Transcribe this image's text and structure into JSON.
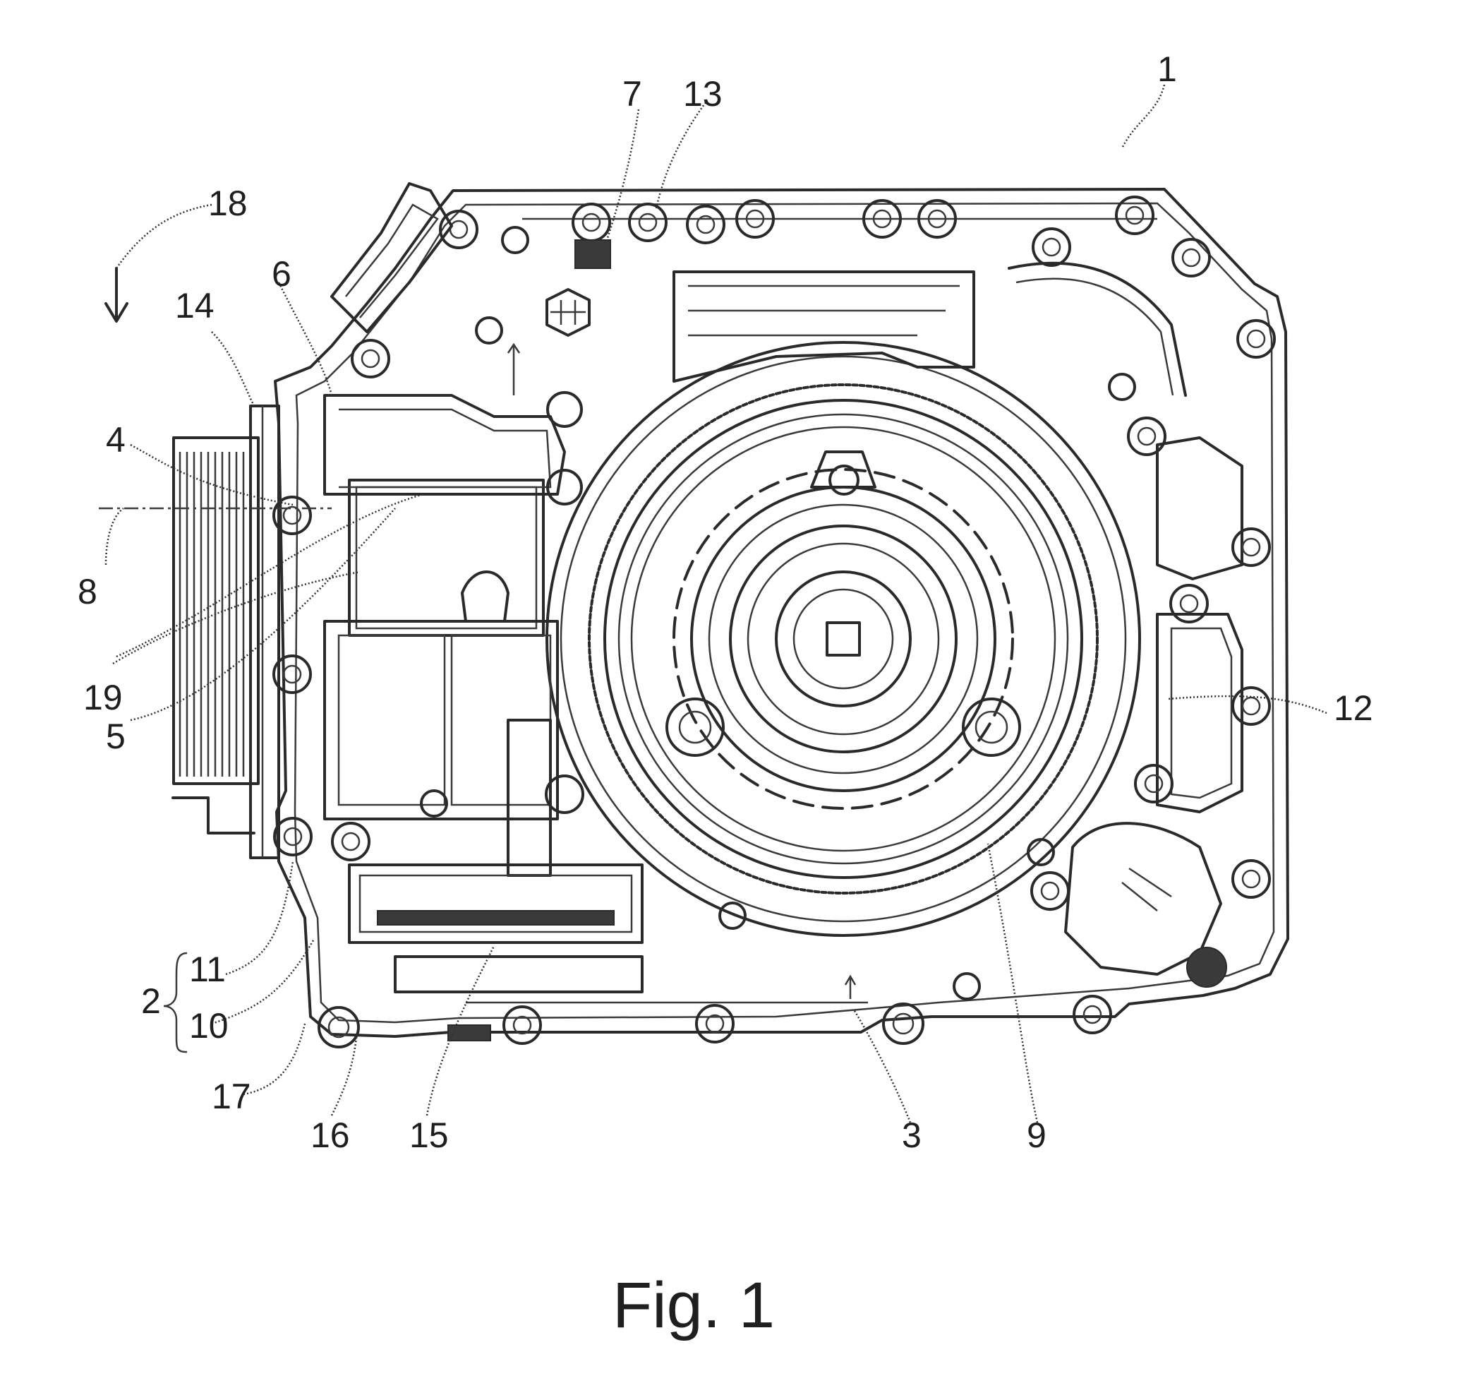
{
  "caption": "Fig. 1",
  "reference_numerals": {
    "r1": "1",
    "r2": "2",
    "r3": "3",
    "r4": "4",
    "r5": "5",
    "r6": "6",
    "r7": "7",
    "r8": "8",
    "r9": "9",
    "r10": "10",
    "r11": "11",
    "r12": "12",
    "r13": "13",
    "r14": "14",
    "r15": "15",
    "r16": "16",
    "r17": "17",
    "r18": "18",
    "r19": "19"
  },
  "colors": {
    "ink": "#2a2a2a",
    "background": "#ffffff"
  }
}
